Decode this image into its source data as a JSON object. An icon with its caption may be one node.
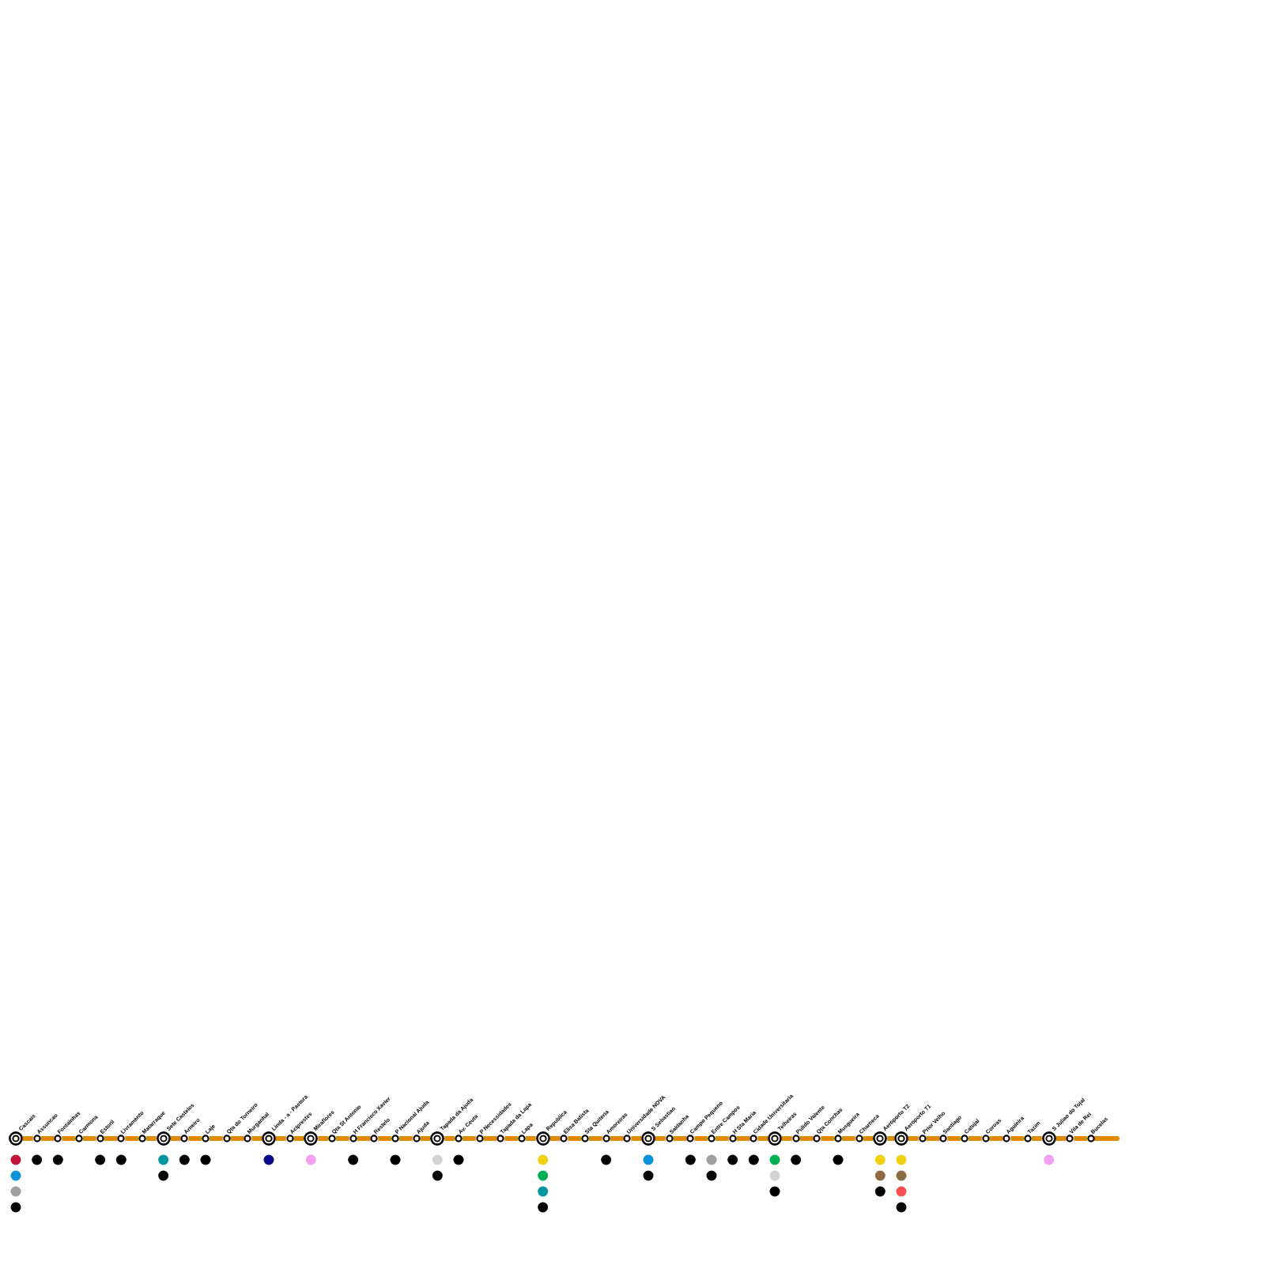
{
  "diagram": {
    "nodes": [
      {
        "text": [
          "Cascais"
        ]
      },
      {
        "text": [
          "Assuncao"
        ]
      },
      {
        "text": [
          "Fontainhas"
        ]
      },
      {
        "text": [
          "Carmona"
        ]
      },
      {
        "text": [
          "Estoril"
        ]
      },
      {
        "text": [
          "Livramento"
        ]
      },
      {
        "text": [
          "Matarraque"
        ]
      },
      {
        "text": [
          "Sete Castelos"
        ]
      },
      {
        "text": [
          "Arneiro"
        ]
      },
      {
        "text": [
          "Laje"
        ]
      },
      {
        "text": [
          "Qta do Torneiro"
        ]
      },
      {
        "text": [
          "Murganhal"
        ]
      },
      {
        "text": [
          "Linda - a - Pastora"
        ]
      },
      {
        "text": [
          "Aciprestes"
        ]
      },
      {
        "text": [
          "Miraflores"
        ]
      },
      {
        "text": [
          "Qta St Antonio"
        ]
      },
      {
        "text": [
          "H Francisco Xavier"
        ]
      },
      {
        "text": [
          "Restelo"
        ]
      },
      {
        "text": [
          "P Nacional Ajuda"
        ]
      },
      {
        "text": [
          "Ajuda"
        ]
      },
      {
        "text": [
          "Tapada da Ajuda"
        ]
      },
      {
        "text": [
          "Av. Ceuta"
        ]
      },
      {
        "text": [
          "P Necessidades"
        ]
      },
      {
        "text": [
          "Tapada da Lapa"
        ]
      },
      {
        "text": [
          "Lapa"
        ]
      },
      {
        "text": [
          "Republica"
        ]
      },
      {
        "text": [
          "Elisa Batista"
        ]
      },
      {
        "text": [
          "Sta Quiteria"
        ]
      },
      {
        "text": [
          "Amoreiras"
        ]
      },
      {
        "text": [
          "Universidade NOVA"
        ]
      },
      {
        "text": [
          "S Sebastiao"
        ]
      },
      {
        "text": [
          "Saldanha"
        ]
      },
      {
        "text": [
          "Campo Pequeno"
        ]
      },
      {
        "text": [
          "Entre Campos"
        ]
      },
      {
        "text": [
          "H Sta Maria"
        ]
      },
      {
        "text": [
          "Cidade Universitaria"
        ]
      },
      {
        "text": [
          "Telheiras"
        ]
      },
      {
        "text": [
          "Pulido Valente"
        ]
      },
      {
        "text": [
          "Qta Conchas"
        ]
      },
      {
        "text": [
          "Musgueira"
        ]
      },
      {
        "text": [
          "Charneca"
        ]
      },
      {
        "text": [
          "Aeroporto T2"
        ]
      },
      {
        "text": [
          "Aeroporto T1"
        ]
      },
      {
        "text": [
          "Prior Velho"
        ]
      },
      {
        "text": [
          "Santiago"
        ]
      },
      {
        "text": [
          "Catujal"
        ]
      },
      {
        "text": [
          "Coroas"
        ]
      },
      {
        "text": [
          "Aguieira"
        ]
      },
      {
        "text": [
          "Tazim"
        ]
      },
      {
        "text": [
          "S Juliao do Tojal"
        ]
      },
      {
        "text": [
          "Vila de Rei"
        ]
      },
      {
        "text": [
          "Bucelas"
        ]
      }
    ],
    "edges": [
      {
        "from": 0,
        "to": 1,
        "arrow": "none"
      },
      {
        "from": 1,
        "to": 2,
        "arrow": "none"
      },
      {
        "from": 2,
        "to": 3,
        "arrow": "none"
      },
      {
        "from": 3,
        "to": 4,
        "arrow": "none"
      },
      {
        "from": 4,
        "to": 5,
        "arrow": "none"
      },
      {
        "from": 5,
        "to": 6,
        "arrow": "none"
      },
      {
        "from": 6,
        "to": 7,
        "arrow": "none"
      },
      {
        "from": 7,
        "to": 8,
        "arrow": "none"
      },
      {
        "from": 8,
        "to": 9,
        "arrow": "none"
      },
      {
        "from": 9,
        "to": 10,
        "arrow": "none"
      },
      {
        "from": 10,
        "to": 11,
        "arrow": "none"
      },
      {
        "from": 11,
        "to": 12,
        "arrow": "none"
      },
      {
        "from": 12,
        "to": 13,
        "arrow": "none"
      },
      {
        "from": 13,
        "to": 14,
        "arrow": "none"
      },
      {
        "from": 14,
        "to": 15,
        "arrow": "none"
      },
      {
        "from": 15,
        "to": 16,
        "arrow": "none"
      },
      {
        "from": 16,
        "to": 17,
        "arrow": "none"
      },
      {
        "from": 17,
        "to": 18,
        "arrow": "none"
      },
      {
        "from": 18,
        "to": 19,
        "arrow": "none"
      },
      {
        "from": 19,
        "to": 20,
        "arrow": "none"
      },
      {
        "from": 20,
        "to": 21,
        "arrow": "none"
      },
      {
        "from": 21,
        "to": 22,
        "arrow": "none"
      },
      {
        "from": 22,
        "to": 23,
        "arrow": "none"
      },
      {
        "from": 23,
        "to": 24,
        "arrow": "none"
      },
      {
        "from": 24,
        "to": 25,
        "arrow": "none"
      },
      {
        "from": 25,
        "to": 26,
        "arrow": "none"
      },
      {
        "from": 26,
        "to": 27,
        "arrow": "none"
      },
      {
        "from": 27,
        "to": 28,
        "arrow": "none"
      },
      {
        "from": 28,
        "to": 29,
        "arrow": "none"
      },
      {
        "from": 29,
        "to": 30,
        "arrow": "none"
      },
      {
        "from": 30,
        "to": 31,
        "arrow": "none"
      },
      {
        "from": 31,
        "to": 32,
        "arrow": "none"
      },
      {
        "from": 32,
        "to": 33,
        "arrow": "none"
      },
      {
        "from": 33,
        "to": 34,
        "arrow": "none"
      },
      {
        "from": 34,
        "to": 35,
        "arrow": "none"
      },
      {
        "from": 35,
        "to": 36,
        "arrow": "none"
      },
      {
        "from": 36,
        "to": 37,
        "arrow": "none"
      },
      {
        "from": 37,
        "to": 38,
        "arrow": "none"
      },
      {
        "from": 38,
        "to": 39,
        "arrow": "none"
      },
      {
        "from": 39,
        "to": 40,
        "arrow": "none"
      },
      {
        "from": 40,
        "to": 41,
        "arrow": "none"
      },
      {
        "from": 41,
        "to": 42,
        "arrow": "none"
      },
      {
        "from": 42,
        "to": 43,
        "arrow": "none"
      },
      {
        "from": 43,
        "to": 44,
        "arrow": "none"
      },
      {
        "from": 44,
        "to": 45,
        "arrow": "none"
      },
      {
        "from": 45,
        "to": 46,
        "arrow": "none"
      },
      {
        "from": 46,
        "to": 47,
        "arrow": "none"
      },
      {
        "from": 47,
        "to": 48,
        "arrow": "none"
      },
      {
        "from": 48,
        "to": 49,
        "arrow": "none"
      },
      {
        "from": 49,
        "to": 50,
        "arrow": "none"
      },
      {
        "from": 50,
        "to": 51,
        "arrow": "none"
      }
    ]
  }
}
